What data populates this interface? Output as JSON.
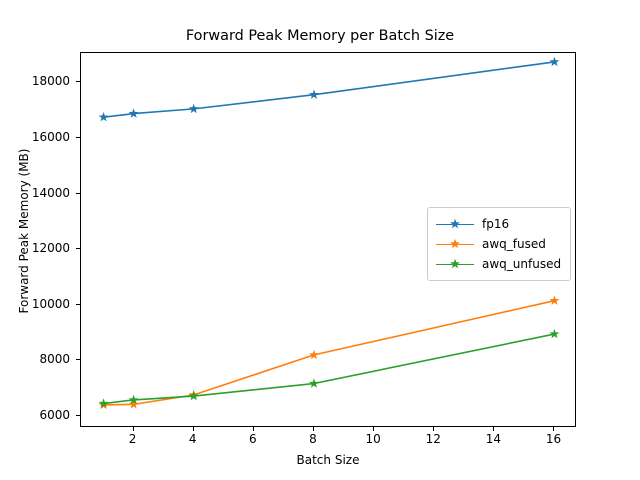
{
  "chart_data": {
    "type": "line",
    "title": "Forward Peak Memory per Batch Size",
    "xlabel": "Batch Size",
    "ylabel": "Forward Peak Memory (MB)",
    "x": [
      1,
      2,
      4,
      8,
      16
    ],
    "xlim": [
      0.25,
      16.75
    ],
    "ylim": [
      5570,
      19060
    ],
    "xticks": [
      2,
      4,
      6,
      8,
      10,
      12,
      14,
      16
    ],
    "xtick_labels": [
      "2",
      "4",
      "6",
      "8",
      "10",
      "12",
      "14",
      "16"
    ],
    "yticks": [
      6000,
      8000,
      10000,
      12000,
      14000,
      16000,
      18000
    ],
    "ytick_labels": [
      "6000",
      "8000",
      "10000",
      "12000",
      "14000",
      "16000",
      "18000"
    ],
    "grid": false,
    "legend_position": "center right",
    "marker": "star",
    "series": [
      {
        "name": "fp16",
        "color": "#1f77b4",
        "values": [
          16750,
          16880,
          17050,
          17560,
          18740
        ]
      },
      {
        "name": "awq_fused",
        "color": "#ff7f0e",
        "values": [
          6400,
          6420,
          6760,
          8200,
          10150
        ]
      },
      {
        "name": "awq_unfused",
        "color": "#2ca02c",
        "values": [
          6450,
          6580,
          6720,
          7170,
          8950
        ]
      }
    ]
  },
  "figure": {
    "background": "#ffffff",
    "axes_edge_color": "#000000",
    "text_color": "#000000"
  }
}
